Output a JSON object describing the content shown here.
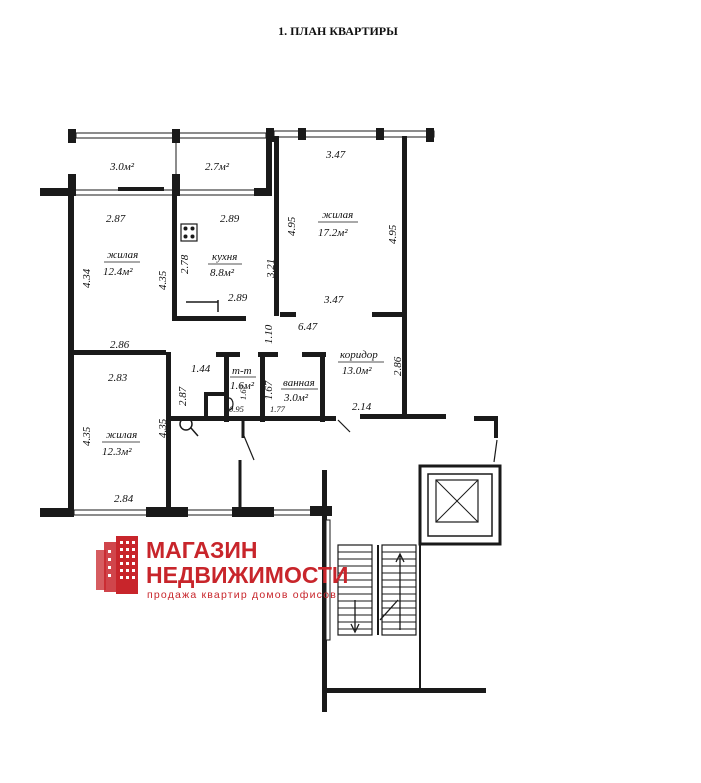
{
  "title": "1. ПЛАН КВАРТИРЫ",
  "rooms": {
    "loggia_left": {
      "area": "3.0м²"
    },
    "loggia_right": {
      "area": "2.7м²"
    },
    "living_top_right": {
      "name": "жилая",
      "area": "17.2м²"
    },
    "living_top_left": {
      "name": "жилая",
      "area": "12.4м²"
    },
    "kitchen": {
      "name": "кухня",
      "area": "8.8м²"
    },
    "corridor": {
      "name": "коридор",
      "area": "13.0м²"
    },
    "toilet": {
      "name": "т-т",
      "area": "1.6м²"
    },
    "bathroom": {
      "name": "ванная",
      "area": "3.0м²"
    },
    "living_bottom_left": {
      "name": "жилая",
      "area": "12.3м²"
    }
  },
  "dimensions": {
    "d_347_top": "3.47",
    "d_287_top": "2.87",
    "d_289_top": "2.89",
    "d_495_left": "4.95",
    "d_495_right": "4.95",
    "d_434": "4.34",
    "d_435_a": "4.35",
    "d_278": "2.78",
    "d_321": "3.21",
    "d_289_mid": "2.89",
    "d_347_mid": "3.47",
    "d_110": "1.10",
    "d_647": "6.47",
    "d_286_h": "2.86",
    "d_286_v": "2.86",
    "d_144": "1.44",
    "d_283": "2.83",
    "d_287_v": "2.87",
    "d_167_a": "1.67",
    "d_167_b": "1.67",
    "d_095": "0.95",
    "d_177": "1.77",
    "d_214": "2.14",
    "d_435_b": "4.35",
    "d_435_c": "4.35",
    "d_284": "2.84"
  },
  "logo": {
    "line1": "МАГАЗИН",
    "line2": "НЕДВИЖИМОСТИ",
    "tagline": "продажа квартир домов офисов"
  },
  "colors": {
    "logo": "#c8252b",
    "ink": "#1a1a1a"
  }
}
